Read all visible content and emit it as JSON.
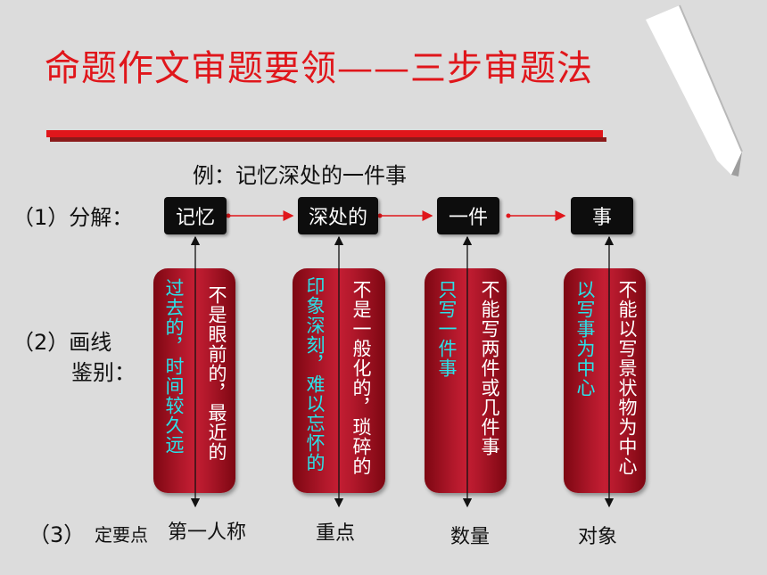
{
  "title": "命题作文审题要领——三步审题法",
  "example": "例：记忆深处的一件事",
  "steps": {
    "step1": "（1）分解：",
    "step2_line1": "（2）画线",
    "step2_line2": "鉴别：",
    "step3": "（3）",
    "step3_label": "定要点"
  },
  "keywords": [
    "记忆",
    "深处的",
    "一件",
    "事"
  ],
  "cards": [
    {
      "left": "过去的，时间较久远",
      "right": "不是眼前的，最近的"
    },
    {
      "left": "印象深刻，难以忘怀的",
      "right": "不是一般化的，琐碎的"
    },
    {
      "left": "只写一件事",
      "right": "不能写两件或几件事"
    },
    {
      "left": "以写事为中心",
      "right": "不能以写景状物为中心"
    }
  ],
  "points": [
    "第一人称",
    "重点",
    "数量",
    "对象"
  ],
  "colors": {
    "title": "#e0161b",
    "highlight": "#29e3ea",
    "arrow": "#e0161b"
  }
}
